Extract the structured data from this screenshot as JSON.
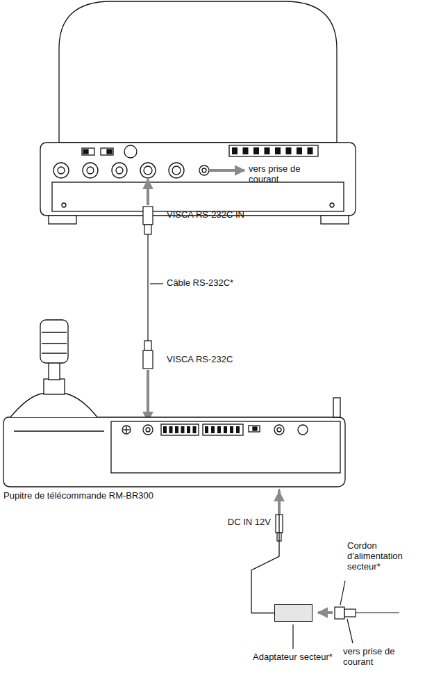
{
  "diagram": {
    "nodes": [
      {
        "text": [
          "Pupitre de télécommande RM-BR300"
        ]
      },
      {
        "text": [
          "Adaptateur secteur*"
        ]
      }
    ],
    "edges": [
      {
        "from": 1,
        "to": 0,
        "arrow": "to"
      }
    ],
    "labels": [
      "vers prise de courant",
      "VISCA RS-232C IN",
      "Câble RS-232C*",
      "VISCA RS-232C",
      "DC IN 12V",
      "Cordon d'alimentation secteur*",
      "vers prise de courant"
    ]
  }
}
